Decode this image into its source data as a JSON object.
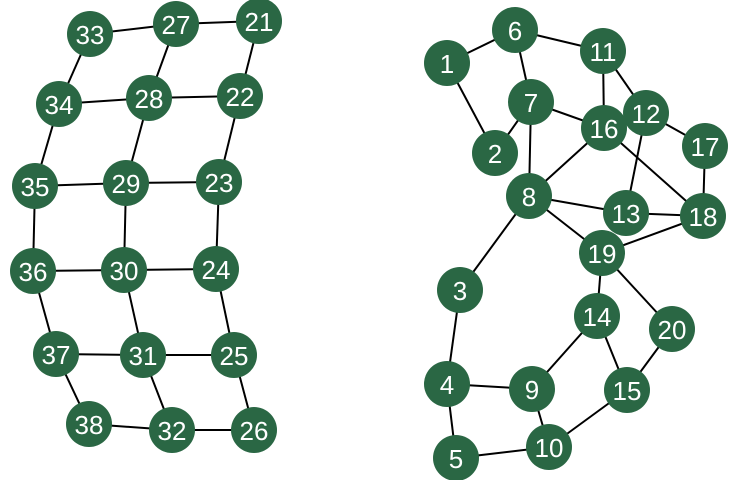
{
  "graph": {
    "node_color": "#2a6744",
    "label_color": "#ffffff",
    "edge_color": "#000000",
    "nodes": [
      {
        "id": "1"
      },
      {
        "id": "2"
      },
      {
        "id": "3"
      },
      {
        "id": "4"
      },
      {
        "id": "5"
      },
      {
        "id": "6"
      },
      {
        "id": "7"
      },
      {
        "id": "8"
      },
      {
        "id": "9"
      },
      {
        "id": "10"
      },
      {
        "id": "11"
      },
      {
        "id": "12"
      },
      {
        "id": "13"
      },
      {
        "id": "14"
      },
      {
        "id": "15"
      },
      {
        "id": "16"
      },
      {
        "id": "17"
      },
      {
        "id": "18"
      },
      {
        "id": "19"
      },
      {
        "id": "20"
      },
      {
        "id": "21"
      },
      {
        "id": "22"
      },
      {
        "id": "23"
      },
      {
        "id": "24"
      },
      {
        "id": "25"
      },
      {
        "id": "26"
      },
      {
        "id": "27"
      },
      {
        "id": "28"
      },
      {
        "id": "29"
      },
      {
        "id": "30"
      },
      {
        "id": "31"
      },
      {
        "id": "32"
      },
      {
        "id": "33"
      },
      {
        "id": "34"
      },
      {
        "id": "35"
      },
      {
        "id": "36"
      },
      {
        "id": "37"
      },
      {
        "id": "38"
      }
    ],
    "edges": [
      [
        "33",
        "27"
      ],
      [
        "27",
        "21"
      ],
      [
        "33",
        "34"
      ],
      [
        "27",
        "28"
      ],
      [
        "21",
        "22"
      ],
      [
        "34",
        "28"
      ],
      [
        "28",
        "22"
      ],
      [
        "34",
        "35"
      ],
      [
        "28",
        "29"
      ],
      [
        "22",
        "23"
      ],
      [
        "35",
        "29"
      ],
      [
        "29",
        "23"
      ],
      [
        "35",
        "36"
      ],
      [
        "29",
        "30"
      ],
      [
        "23",
        "24"
      ],
      [
        "36",
        "30"
      ],
      [
        "30",
        "24"
      ],
      [
        "36",
        "37"
      ],
      [
        "30",
        "31"
      ],
      [
        "24",
        "25"
      ],
      [
        "37",
        "31"
      ],
      [
        "31",
        "25"
      ],
      [
        "37",
        "38"
      ],
      [
        "31",
        "32"
      ],
      [
        "25",
        "26"
      ],
      [
        "38",
        "32"
      ],
      [
        "32",
        "26"
      ],
      [
        "1",
        "6"
      ],
      [
        "1",
        "2"
      ],
      [
        "6",
        "7"
      ],
      [
        "6",
        "11"
      ],
      [
        "2",
        "7"
      ],
      [
        "7",
        "8"
      ],
      [
        "7",
        "16"
      ],
      [
        "11",
        "16"
      ],
      [
        "11",
        "12"
      ],
      [
        "16",
        "12"
      ],
      [
        "12",
        "17"
      ],
      [
        "12",
        "13"
      ],
      [
        "16",
        "18"
      ],
      [
        "17",
        "18"
      ],
      [
        "8",
        "16"
      ],
      [
        "8",
        "13"
      ],
      [
        "8",
        "19"
      ],
      [
        "13",
        "18"
      ],
      [
        "19",
        "18"
      ],
      [
        "8",
        "3"
      ],
      [
        "19",
        "14"
      ],
      [
        "19",
        "20"
      ],
      [
        "14",
        "9"
      ],
      [
        "14",
        "15"
      ],
      [
        "20",
        "15"
      ],
      [
        "3",
        "4"
      ],
      [
        "4",
        "9"
      ],
      [
        "4",
        "5"
      ],
      [
        "9",
        "10"
      ],
      [
        "5",
        "10"
      ],
      [
        "10",
        "15"
      ]
    ]
  }
}
